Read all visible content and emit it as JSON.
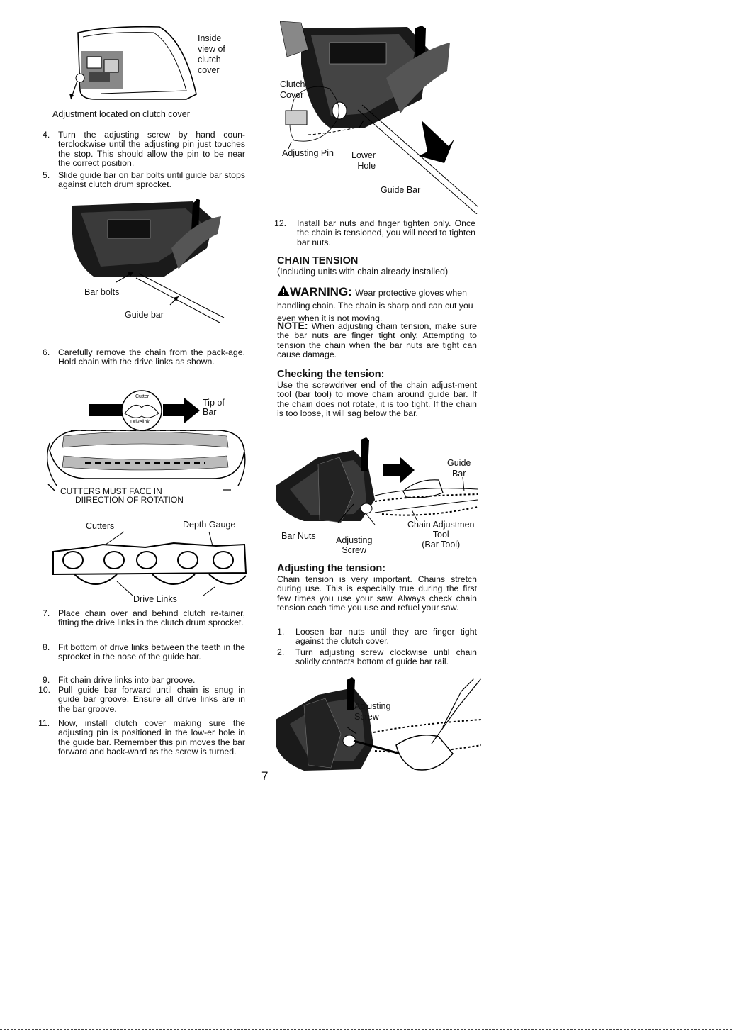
{
  "fig_clutch_cover": {
    "label": "Inside\nview of\nclutch\ncover",
    "caption": "Adjustment located on clutch cover"
  },
  "left": {
    "step4": {
      "num": "4.",
      "text": "Turn the adjusting screw by hand coun-terclockwise until the adjusting pin just touches the stop. This should allow the pin to be near the correct position."
    },
    "step5": {
      "num": "5.",
      "text": "Slide guide bar on bar bolts until guide bar stops against clutch drum sprocket."
    },
    "fig_bar_bolts": {
      "bar_bolts": "Bar bolts",
      "guide_bar": "Guide bar"
    },
    "step6": {
      "num": "6.",
      "text": "Carefully remove the chain from the pack-age. Hold chain with the drive links as shown."
    },
    "fig_direction": {
      "cutter": "Cutter",
      "drivelink": "Drivelink",
      "tip_of_bar": "Tip of\nBar",
      "cutters_must_face": "CUTTERS MUST FACE IN",
      "direction_of_rotation": "DIIRECTION OF ROTATION"
    },
    "fig_chain": {
      "cutters": "Cutters",
      "depth_gauge": "Depth Gauge",
      "drive_links": "Drive Links"
    },
    "step7": {
      "num": "7.",
      "text": "Place chain over and behind clutch re-tainer, fitting the drive links in the clutch drum sprocket."
    },
    "step8": {
      "num": "8.",
      "text": "Fit bottom of drive links between the teeth in the sprocket in the nose of the guide bar."
    },
    "step9": {
      "num": "9.",
      "text": "Fit chain drive links into bar groove."
    },
    "step10": {
      "num": "10.",
      "text": "Pull guide bar forward until chain is snug in guide bar groove. Ensure all drive links are in the bar groove."
    },
    "step11": {
      "num": "11.",
      "text": "Now, install clutch cover making sure the adjusting pin is positioned in the low-er hole in the guide bar. Remember this pin moves the bar forward and back-ward as the screw is turned."
    }
  },
  "right": {
    "fig_clutch": {
      "clutch_cover": "Clutch\nCover",
      "adjusting_pin": "Adjusting Pin",
      "lower_hole": "Lower\nHole",
      "guide_bar": "Guide Bar"
    },
    "step12": {
      "num": "12.",
      "text": "Install bar nuts and finger tighten only. Once the chain is tensioned, you will need to tighten bar nuts."
    },
    "chain_tension_heading": "CHAIN TENSION",
    "chain_tension_sub": "(Including units with chain already installed)",
    "warning_label": "WARNING:",
    "warning_text": "Wear protective gloves when handling chain. The chain is sharp and can cut you even when it is not moving.",
    "note_label": "NOTE:",
    "note_text": "When adjusting chain tension, make sure the bar nuts are finger tight only. Attempting to tension the chain when the bar nuts are tight can cause damage.",
    "checking_heading": "Checking the tension:",
    "checking_text": "Use the screwdriver end of the chain adjust-ment tool (bar tool) to move chain around guide bar. If the chain does not rotate, it is too tight. If the chain is too loose, it will sag below the bar.",
    "fig_tool": {
      "guide_bar": "Guide\nBar",
      "bar_nuts": "Bar Nuts",
      "adjusting_screw": "Adjusting\nScrew",
      "chain_adjustment_tool": "Chain Adjustmen\nTool\n(Bar Tool)"
    },
    "adjusting_heading": "Adjusting the tension:",
    "adjusting_text": "Chain tension is very important. Chains stretch during use. This is especially true during the first few times you use your saw. Always check chain tension each time you use and refuel your saw.",
    "step1": {
      "num": "1.",
      "text": "Loosen bar nuts until they are finger tight against the clutch cover."
    },
    "step2": {
      "num": "2.",
      "text": "Turn adjusting screw clockwise until chain solidly contacts bottom of guide bar rail."
    },
    "fig_screw": {
      "adjusting_screw": "Adjusting\nScrew"
    }
  },
  "page_number": "7"
}
